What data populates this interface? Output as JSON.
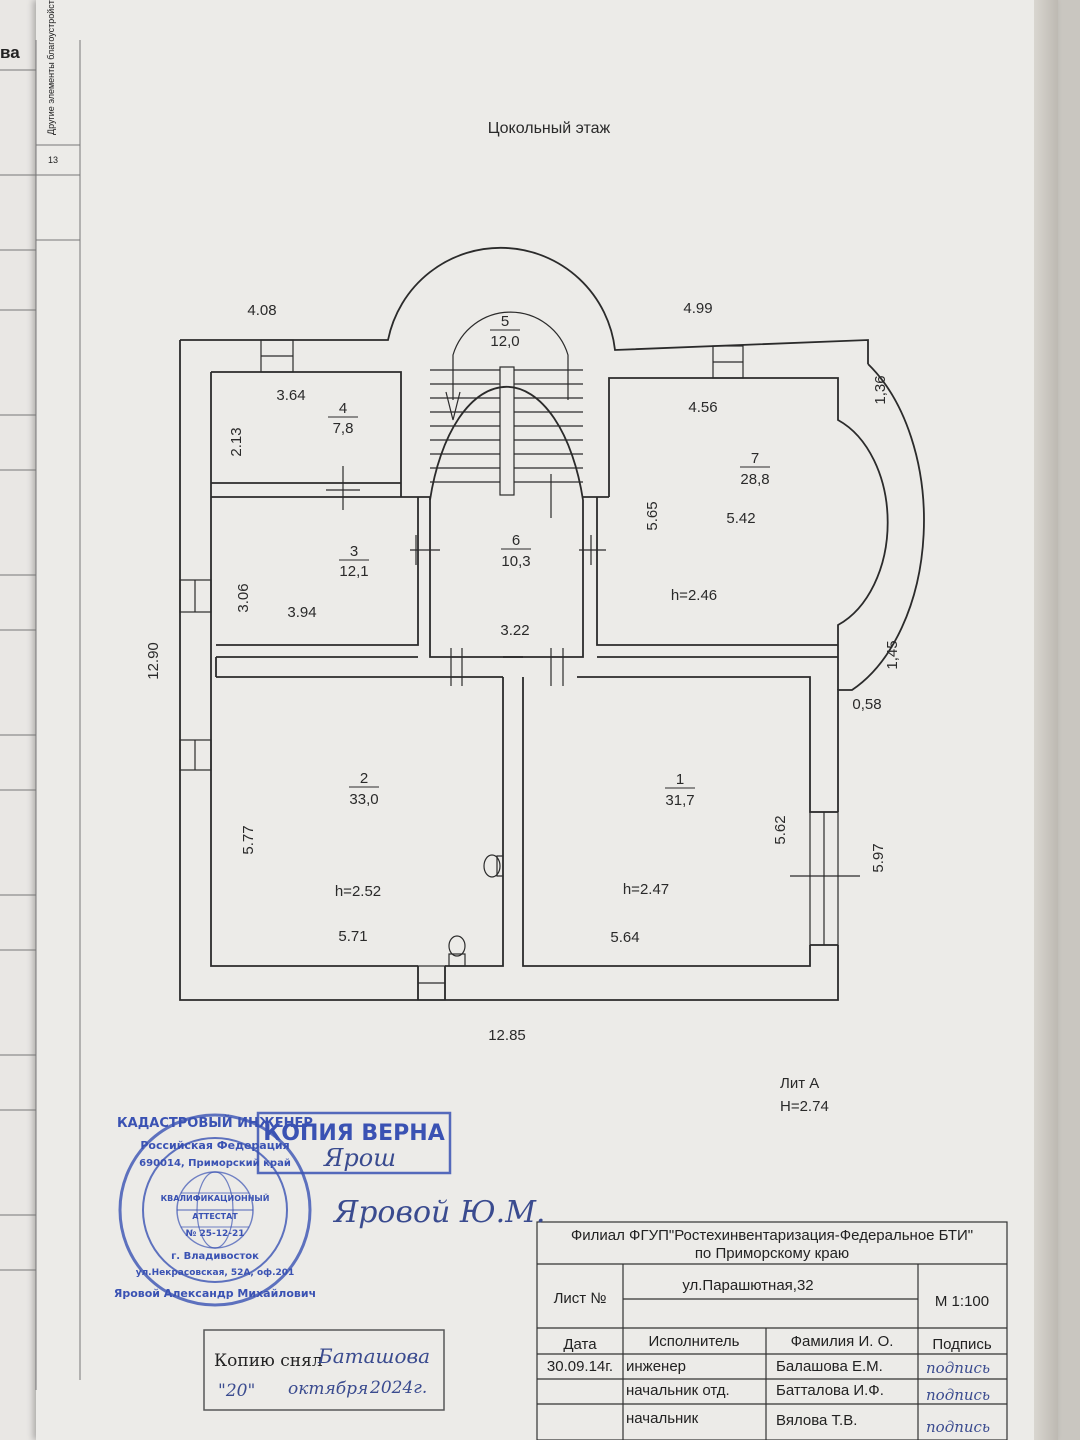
{
  "sidebar": {
    "col_title": "Другие элементы благоустройства",
    "col_number": "13",
    "corner_text": "ва"
  },
  "plan": {
    "title": "Цокольный этаж",
    "dimensions": {
      "top_left": "4.08",
      "top_right": "4.99",
      "left_total": "12.90",
      "bottom_total": "12.85",
      "right_top": "1,36",
      "right_mid": "1,45",
      "right_offset": "0,58",
      "right_bottom": "5.97",
      "room4_width": "3.64",
      "room4_height": "2.13",
      "room3_height": "3.06",
      "room3_width": "3.94",
      "room6_width": "3.22",
      "room7_width": "4.56",
      "room7_height": "5.65",
      "room7_inner": "5.42",
      "room2_height": "5.77",
      "room2_width": "5.71",
      "room1_height": "5.62",
      "room1_width": "5.64"
    },
    "rooms": [
      {
        "number": "1",
        "area": "31,7",
        "height": "h=2.47"
      },
      {
        "number": "2",
        "area": "33,0",
        "height": "h=2.52"
      },
      {
        "number": "3",
        "area": "12,1"
      },
      {
        "number": "4",
        "area": "7,8"
      },
      {
        "number": "5",
        "area": "12,0"
      },
      {
        "number": "6",
        "area": "10,3"
      },
      {
        "number": "7",
        "area": "28,8",
        "height": "h=2.46"
      }
    ],
    "lit": "Лит А",
    "total_height": "H=2.74"
  },
  "title_block": {
    "org_line1": "Филиал ФГУП\"Ростехинвентаризация-Федеральное БТИ\"",
    "org_line2": "по Приморскому краю",
    "sheet_label": "Лист №",
    "address": "ул.Парашютная,32",
    "scale": "М 1:100",
    "headers": [
      "Дата",
      "Исполнитель",
      "Фамилия И. О.",
      "Подпись"
    ],
    "rows": [
      {
        "date": "30.09.14г.",
        "role": "инженер",
        "name": "Балашова Е.М.",
        "sign": "подпись"
      },
      {
        "date": "",
        "role": "начальник отд.",
        "name": "Батталова И.Ф.",
        "sign": "подпись"
      },
      {
        "date": "",
        "role": "начальник",
        "name": "Вялова Т.В.",
        "sign": "подпись"
      }
    ]
  },
  "stamps": {
    "kopia": "КОПИЯ ВЕРНА",
    "kopia_sign": "Ярош",
    "signature_name": "Яровой Ю.М.",
    "round_outer_top": "КАДАСТРОВЫЙ ИНЖЕНЕР",
    "round_outer_left": "Российская Федерация",
    "round_city": "690014, Приморский край",
    "round_center_1": "КВАЛИФИКАЦИОННЫЙ",
    "round_center_2": "АТТЕСТАТ",
    "round_center_3": "№ 25-12-21",
    "round_city2": "г. Владивосток",
    "round_street": "ул.Некрасовская, 52А, оф.201",
    "round_name": "Яровой Александр Михайлович",
    "kopiu_label": "Копию снял",
    "kopiu_name": "Баташова",
    "date_day": "\"20\"",
    "date_month": "октября",
    "date_year": "2024г."
  }
}
